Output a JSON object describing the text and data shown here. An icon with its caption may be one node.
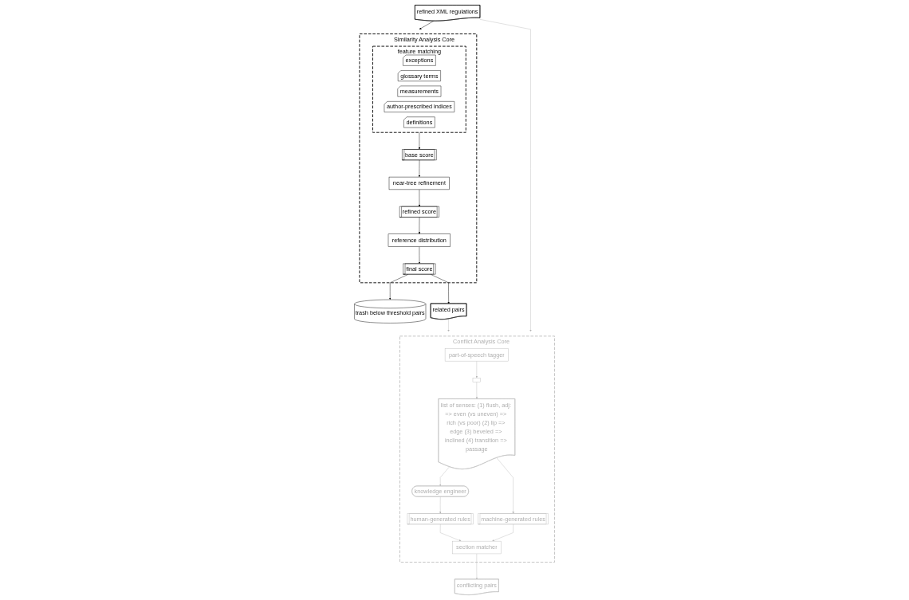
{
  "diagram": {
    "nodes": [
      {
        "text": [
          "refined XML regulations"
        ]
      },
      {
        "text": [
          "Similarity Analysis Core"
        ]
      },
      {
        "text": [
          "feature matching"
        ],
        "in": 1
      },
      {
        "text": [
          "exceptions"
        ],
        "in": 2
      },
      {
        "text": [
          "glossary terms"
        ],
        "in": 2
      },
      {
        "text": [
          "measurements"
        ],
        "in": 2
      },
      {
        "text": [
          "author-prescribed indices"
        ],
        "in": 2
      },
      {
        "text": [
          "definitions"
        ],
        "in": 2
      },
      {
        "text": [
          "base score"
        ],
        "in": 1
      },
      {
        "text": [
          "near-tree refinement"
        ],
        "in": 1
      },
      {
        "text": [
          "refined score"
        ],
        "in": 1
      },
      {
        "text": [
          "reference distribution"
        ],
        "in": 1
      },
      {
        "text": [
          "final score"
        ],
        "in": 1
      },
      {
        "text": [
          "Conflict Analysis Core"
        ]
      },
      {
        "text": [
          "part-of-speech tagger"
        ],
        "in": 13
      },
      {
        "text": [],
        "shape": "box",
        "in": 13
      },
      {
        "text": [
          "list of senses: (1) flush, adj: => even (vs uneven) => rich (vs poor) (2) lip => edge (3) beveled => inclined (4) transition => passage"
        ],
        "in": 13
      },
      {
        "text": [
          "knowledge engineer"
        ],
        "in": 13
      },
      {
        "text": [
          "machine-generated rules"
        ],
        "in": 13
      },
      {
        "text": [
          "human-generated rules"
        ],
        "in": 13
      },
      {
        "text": [
          "section matcher"
        ],
        "in": 13
      },
      {
        "text": [
          "trash below threshold pairs"
        ]
      },
      {
        "text": [
          "related pairs"
        ]
      },
      {
        "text": [
          "conflicting pairs"
        ]
      }
    ],
    "edges": [
      {
        "from": 0,
        "to": 1,
        "arrow": "to",
        "color": "#000000"
      },
      {
        "from": 0,
        "to": 13,
        "arrow": "to"
      },
      {
        "from": 2,
        "to": 8,
        "arrow": "to",
        "color": "#000000"
      },
      {
        "from": 8,
        "to": 9,
        "arrow": "to",
        "color": "#000000"
      },
      {
        "from": 9,
        "to": 10,
        "arrow": "to",
        "color": "#000000"
      },
      {
        "from": 10,
        "to": 11,
        "arrow": "to",
        "color": "#000000"
      },
      {
        "from": 11,
        "to": 12,
        "arrow": "to",
        "color": "#000000"
      },
      {
        "from": 12,
        "to": 21,
        "arrow": "to",
        "color": "#000000"
      },
      {
        "from": 12,
        "to": 22,
        "arrow": "to",
        "color": "#000000"
      },
      {
        "from": 22,
        "to": 13,
        "arrow": "to"
      },
      {
        "from": 14,
        "to": 15,
        "arrow": "to"
      },
      {
        "from": 15,
        "to": 16,
        "arrow": "to"
      },
      {
        "from": 16,
        "to": 17,
        "arrow": "to"
      },
      {
        "from": 16,
        "to": 18,
        "arrow": "to"
      },
      {
        "from": 17,
        "to": 19,
        "arrow": "to"
      },
      {
        "from": 18,
        "to": 20,
        "arrow": "to"
      },
      {
        "from": 19,
        "to": 20,
        "arrow": "to"
      },
      {
        "from": 20,
        "to": 23,
        "arrow": "to"
      }
    ]
  }
}
